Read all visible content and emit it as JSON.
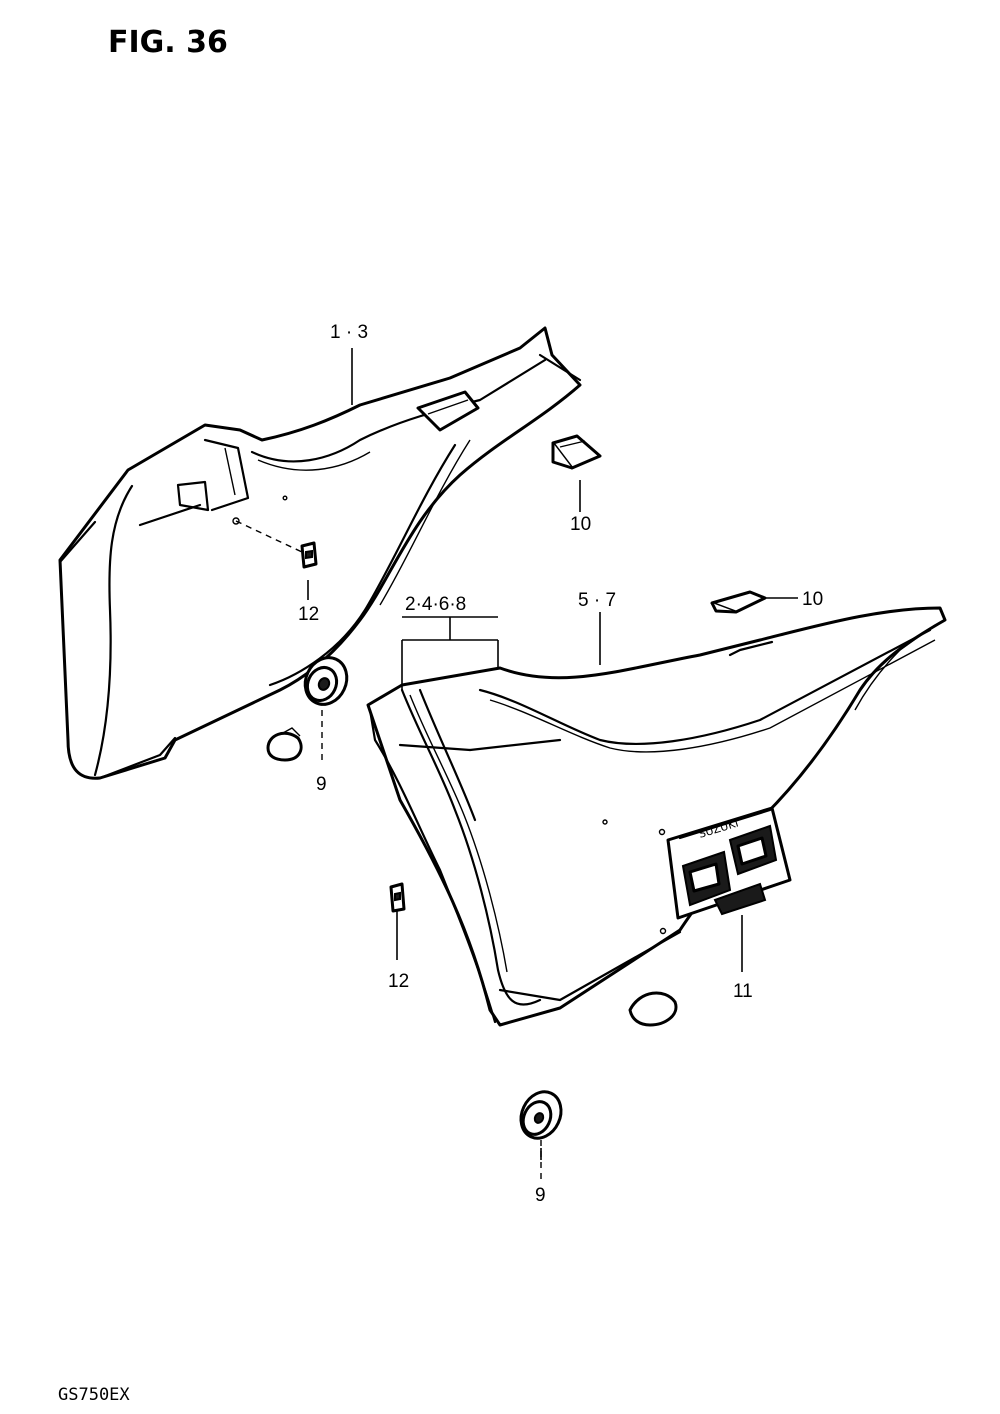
{
  "figure": {
    "title": "FIG. 36",
    "model_code": "GS750EX"
  },
  "callouts": {
    "left_cover": "1 · 3",
    "right_cover_a": "2·4·6·8",
    "right_cover_b": "5 · 7",
    "cushion_left": "10",
    "cushion_right": "10",
    "grommet_upper": "9",
    "grommet_lower": "9",
    "clip_upper": "12",
    "clip_lower": "12",
    "emblem": "11"
  }
}
